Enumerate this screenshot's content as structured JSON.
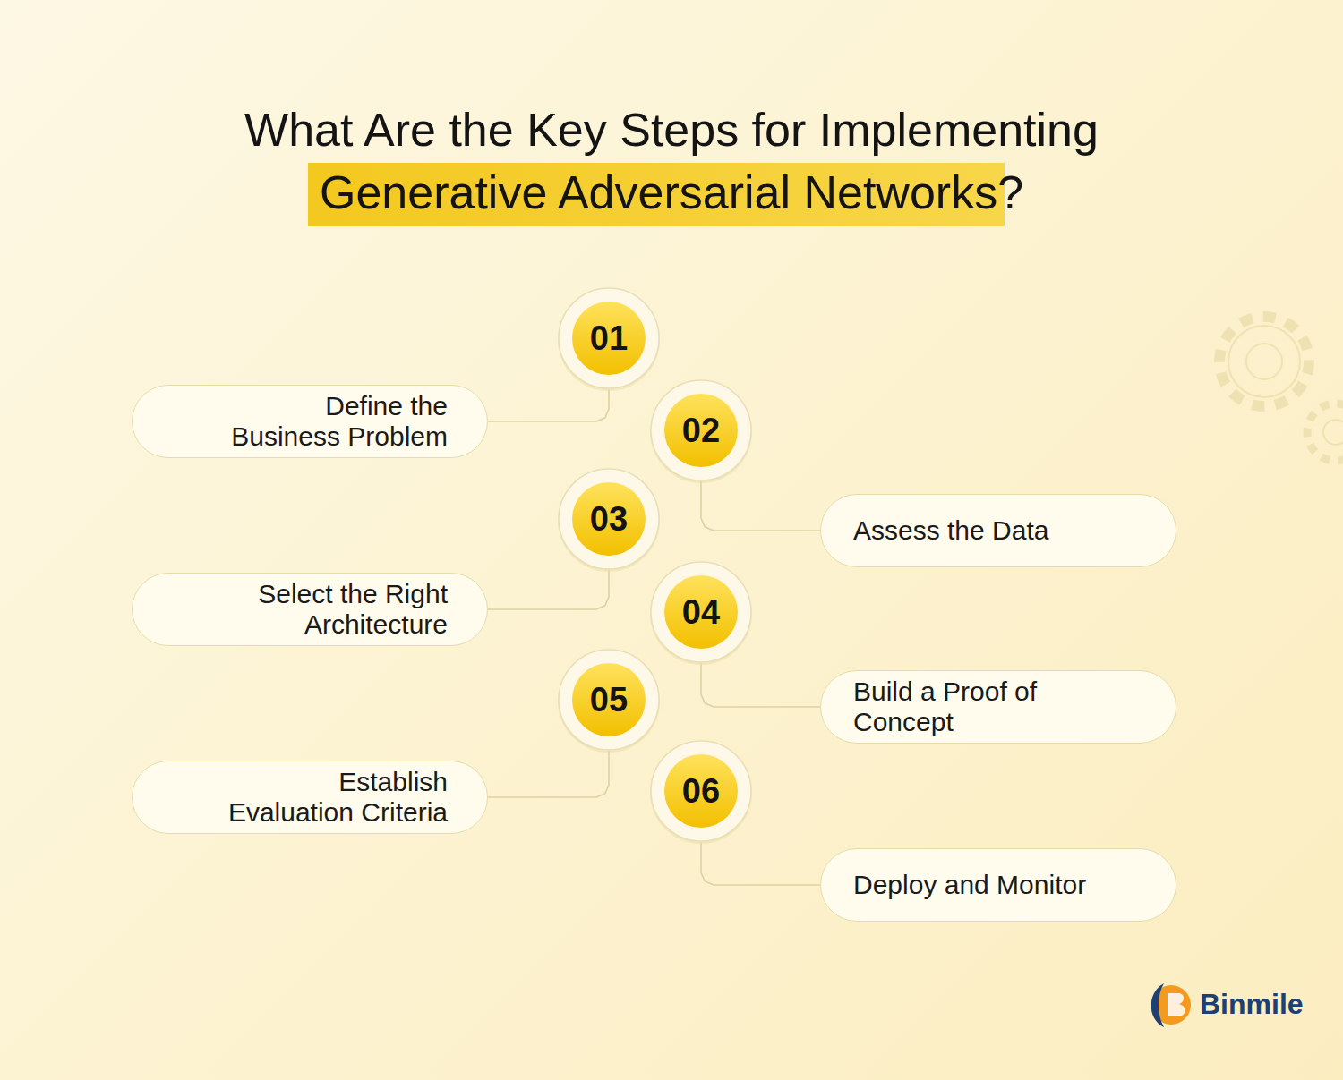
{
  "diagram": {
    "title": "What Are the Key Steps for Implementing Generative Adversarial Networks?",
    "nodes": [
      {
        "text": [
          "01"
        ]
      },
      {
        "text": [
          "Define the Business Problem"
        ]
      },
      {
        "text": [
          "02"
        ]
      },
      {
        "text": [
          "Assess the Data"
        ]
      },
      {
        "text": [
          "03"
        ]
      },
      {
        "text": [
          "Select the Right Architecture"
        ]
      },
      {
        "text": [
          "04"
        ]
      },
      {
        "text": [
          "Build a Proof of Concept"
        ]
      },
      {
        "text": [
          "05"
        ]
      },
      {
        "text": [
          "Establish Evaluation Criteria"
        ]
      },
      {
        "text": [
          "06"
        ]
      },
      {
        "text": [
          "Deploy and Monitor"
        ]
      }
    ],
    "edges": [
      {
        "from": 0,
        "to": 1,
        "arrow": "none"
      },
      {
        "from": 2,
        "to": 3,
        "arrow": "none"
      },
      {
        "from": 4,
        "to": 5,
        "arrow": "none"
      },
      {
        "from": 6,
        "to": 7,
        "arrow": "none"
      },
      {
        "from": 8,
        "to": 9,
        "arrow": "none"
      },
      {
        "from": 10,
        "to": 11,
        "arrow": "none"
      }
    ],
    "labels": [
      "Binmile"
    ]
  }
}
